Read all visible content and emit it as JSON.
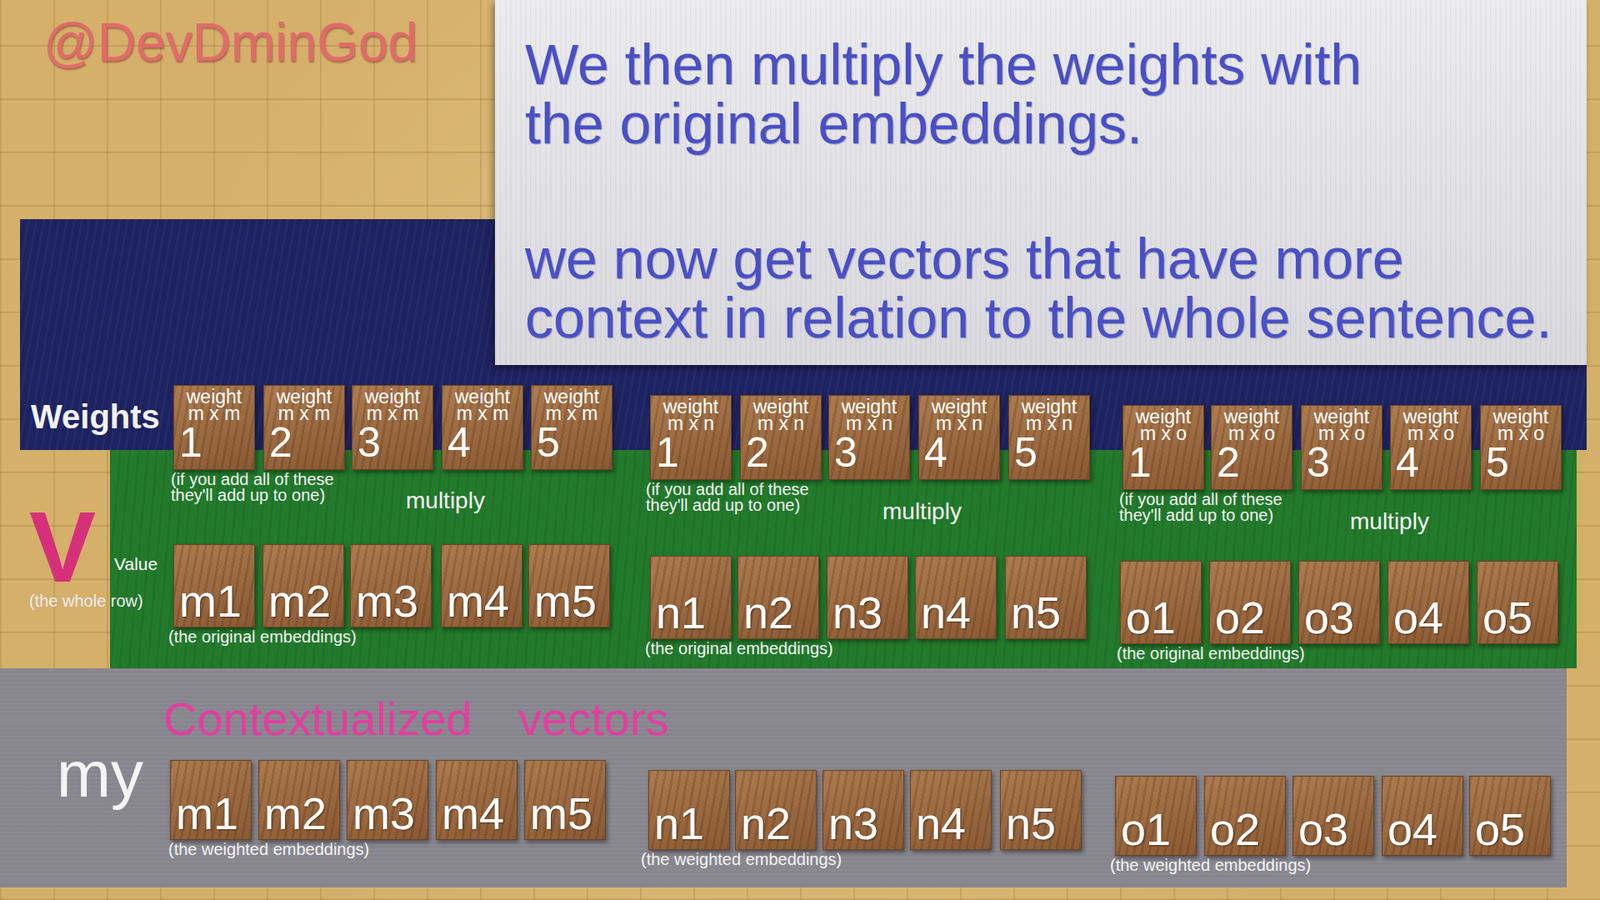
{
  "diagram": {
    "nodes": [
      {
        "text": [
          "We then multiply the weights with the original embeddings.",
          "we now get vectors that have more context in relation to the whole sentence."
        ]
      },
      {
        "text": [
          "Weights"
        ]
      },
      {
        "text": [
          "weight m x m",
          "1"
        ]
      },
      {
        "text": [
          "weight m x m",
          "2"
        ]
      },
      {
        "text": [
          "weight m x m",
          "3"
        ]
      },
      {
        "text": [
          "weight m x m",
          "4"
        ]
      },
      {
        "text": [
          "weight m x m",
          "5"
        ]
      },
      {
        "text": [
          "weight m x n",
          "1"
        ]
      },
      {
        "text": [
          "weight m x n",
          "2"
        ]
      },
      {
        "text": [
          "weight m x n",
          "3"
        ]
      },
      {
        "text": [
          "weight m x n",
          "4"
        ]
      },
      {
        "text": [
          "weight m x n",
          "5"
        ]
      },
      {
        "text": [
          "weight m x o",
          "1"
        ]
      },
      {
        "text": [
          "weight m x o",
          "2"
        ]
      },
      {
        "text": [
          "weight m x o",
          "3"
        ]
      },
      {
        "text": [
          "weight m x o",
          "4"
        ]
      },
      {
        "text": [
          "weight m x o",
          "5"
        ]
      },
      {
        "text": [
          "Value",
          "(if you add all of these they'll add up to one)",
          "multiply",
          "(the original embeddings)",
          "(if you add all of these they'll add up to one)",
          "multiply",
          "(the original embeddings)",
          "(if you add all of these they'll add up to one)",
          "multiply",
          "(the original embeddings)"
        ]
      },
      {
        "text": [
          "m1"
        ],
        "in": 17
      },
      {
        "text": [
          "m2"
        ],
        "in": 17
      },
      {
        "text": [
          "m3"
        ],
        "in": 17
      },
      {
        "text": [
          "m4"
        ],
        "in": 17
      },
      {
        "text": [
          "m5"
        ],
        "in": 17
      },
      {
        "text": [
          "n1"
        ],
        "in": 17
      },
      {
        "text": [
          "n2"
        ],
        "in": 17
      },
      {
        "text": [
          "n3"
        ],
        "in": 17
      },
      {
        "text": [
          "n4"
        ],
        "in": 17
      },
      {
        "text": [
          "n5"
        ],
        "in": 17
      },
      {
        "text": [
          "o1"
        ],
        "in": 17
      },
      {
        "text": [
          "o2"
        ],
        "in": 17
      },
      {
        "text": [
          "o3"
        ],
        "in": 17
      },
      {
        "text": [
          "o4"
        ],
        "in": 17
      },
      {
        "text": [
          "o5"
        ],
        "in": 17
      },
      {
        "text": [
          "Contextualized vectors",
          "my",
          "(the weighted embeddings)",
          "(the weighted embeddings)",
          "(the weighted embeddings)"
        ]
      },
      {
        "text": [
          "m1"
        ],
        "in": 33
      },
      {
        "text": [
          "m2"
        ],
        "in": 33
      },
      {
        "text": [
          "m3"
        ],
        "in": 33
      },
      {
        "text": [
          "m4"
        ],
        "in": 33
      },
      {
        "text": [
          "m5"
        ],
        "in": 33
      },
      {
        "text": [
          "n1"
        ],
        "in": 33
      },
      {
        "text": [
          "n2"
        ],
        "in": 33
      },
      {
        "text": [
          "n3"
        ],
        "in": 33
      },
      {
        "text": [
          "n4"
        ],
        "in": 33
      },
      {
        "text": [
          "n5"
        ],
        "in": 33
      },
      {
        "text": [
          "o1"
        ],
        "in": 33
      },
      {
        "text": [
          "o2"
        ],
        "in": 33
      },
      {
        "text": [
          "o3"
        ],
        "in": 33
      },
      {
        "text": [
          "o4"
        ],
        "in": 33
      },
      {
        "text": [
          "o5"
        ],
        "in": 33
      }
    ],
    "labels": [
      "@DevDminGod",
      "V",
      "(the whole row)"
    ]
  }
}
